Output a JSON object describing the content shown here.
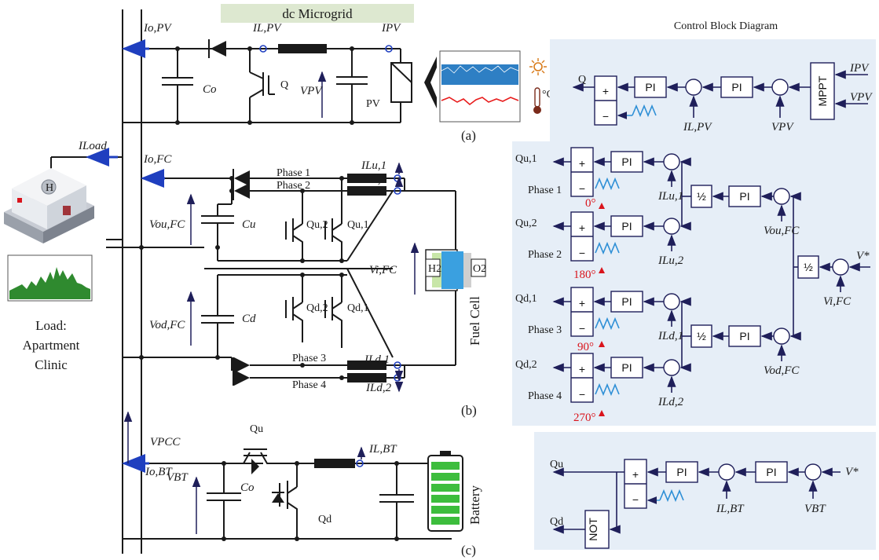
{
  "titles": {
    "microgrid": "dc Microgrid",
    "control": "Control Block Diagram",
    "sub_a": "(a)",
    "sub_b": "(b)",
    "sub_c": "(c)"
  },
  "load": {
    "current": "ILoad",
    "caption_line1": "Load:",
    "caption_line2": "Apartment",
    "caption_line3": "Clinic"
  },
  "pv": {
    "io": "Io,PV",
    "il": "IL,PV",
    "ipv": "IPV",
    "cap": "Co",
    "switch": "Q",
    "vpv": "VPV",
    "source": "PV"
  },
  "fc": {
    "io": "Io,FC",
    "phase1": "Phase 1",
    "phase2": "Phase 2",
    "phase3": "Phase 3",
    "phase4": "Phase 4",
    "ilu1": "ILu,1",
    "ilu2": "ILu,2",
    "ild1": "ILd,1",
    "ild2": "ILd,2",
    "vou": "Vou,FC",
    "vod": "Vod,FC",
    "cu": "Cu",
    "cd": "Cd",
    "qu2": "Qu,2",
    "qu1": "Qu,1",
    "qd2": "Qd,2",
    "qd1": "Qd,1",
    "vi": "Vi,FC",
    "h2": "H2",
    "o2": "O2",
    "source": "Fuel Cell"
  },
  "bt": {
    "vpcc": "VPCC",
    "io": "Io,BT",
    "vbt": "VBT",
    "il": "IL,BT",
    "cap": "Co",
    "qu": "Qu",
    "qd": "Qd",
    "source": "Battery"
  },
  "ctrl_pv": {
    "q": "Q",
    "pi": "PI",
    "mppt": "MPPT",
    "ipv": "IPV",
    "vpv": "VPV",
    "il": "IL,PV",
    "vfb": "VPV",
    "plus": "+",
    "minus": "−"
  },
  "ctrl_fc": {
    "qu1": "Qu,1",
    "qu2": "Qu,2",
    "qd1": "Qd,1",
    "qd2": "Qd,2",
    "ph1": "Phase 1",
    "ph2": "Phase 2",
    "ph3": "Phase 3",
    "ph4": "Phase 4",
    "a0": "0°",
    "a180": "180°",
    "a90": "90°",
    "a270": "270°",
    "ilu1": "ILu,1",
    "ilu2": "ILu,2",
    "ild1": "ILd,1",
    "ild2": "ILd,2",
    "vou": "Vou,FC",
    "vod": "Vod,FC",
    "vi": "Vi,FC",
    "vref": "V*",
    "half": "½",
    "pi": "PI"
  },
  "ctrl_bt": {
    "qu": "Qu",
    "qd": "Qd",
    "not": "NOT",
    "pi": "PI",
    "il": "IL,BT",
    "vbt": "VBT",
    "vref": "V*"
  },
  "colors": {
    "panel": "#e6eef7",
    "arrow_blue": "#1f3fbf",
    "carrier": "#2e8fd6",
    "green": "#2f8a2f",
    "red": "#d9141c"
  }
}
